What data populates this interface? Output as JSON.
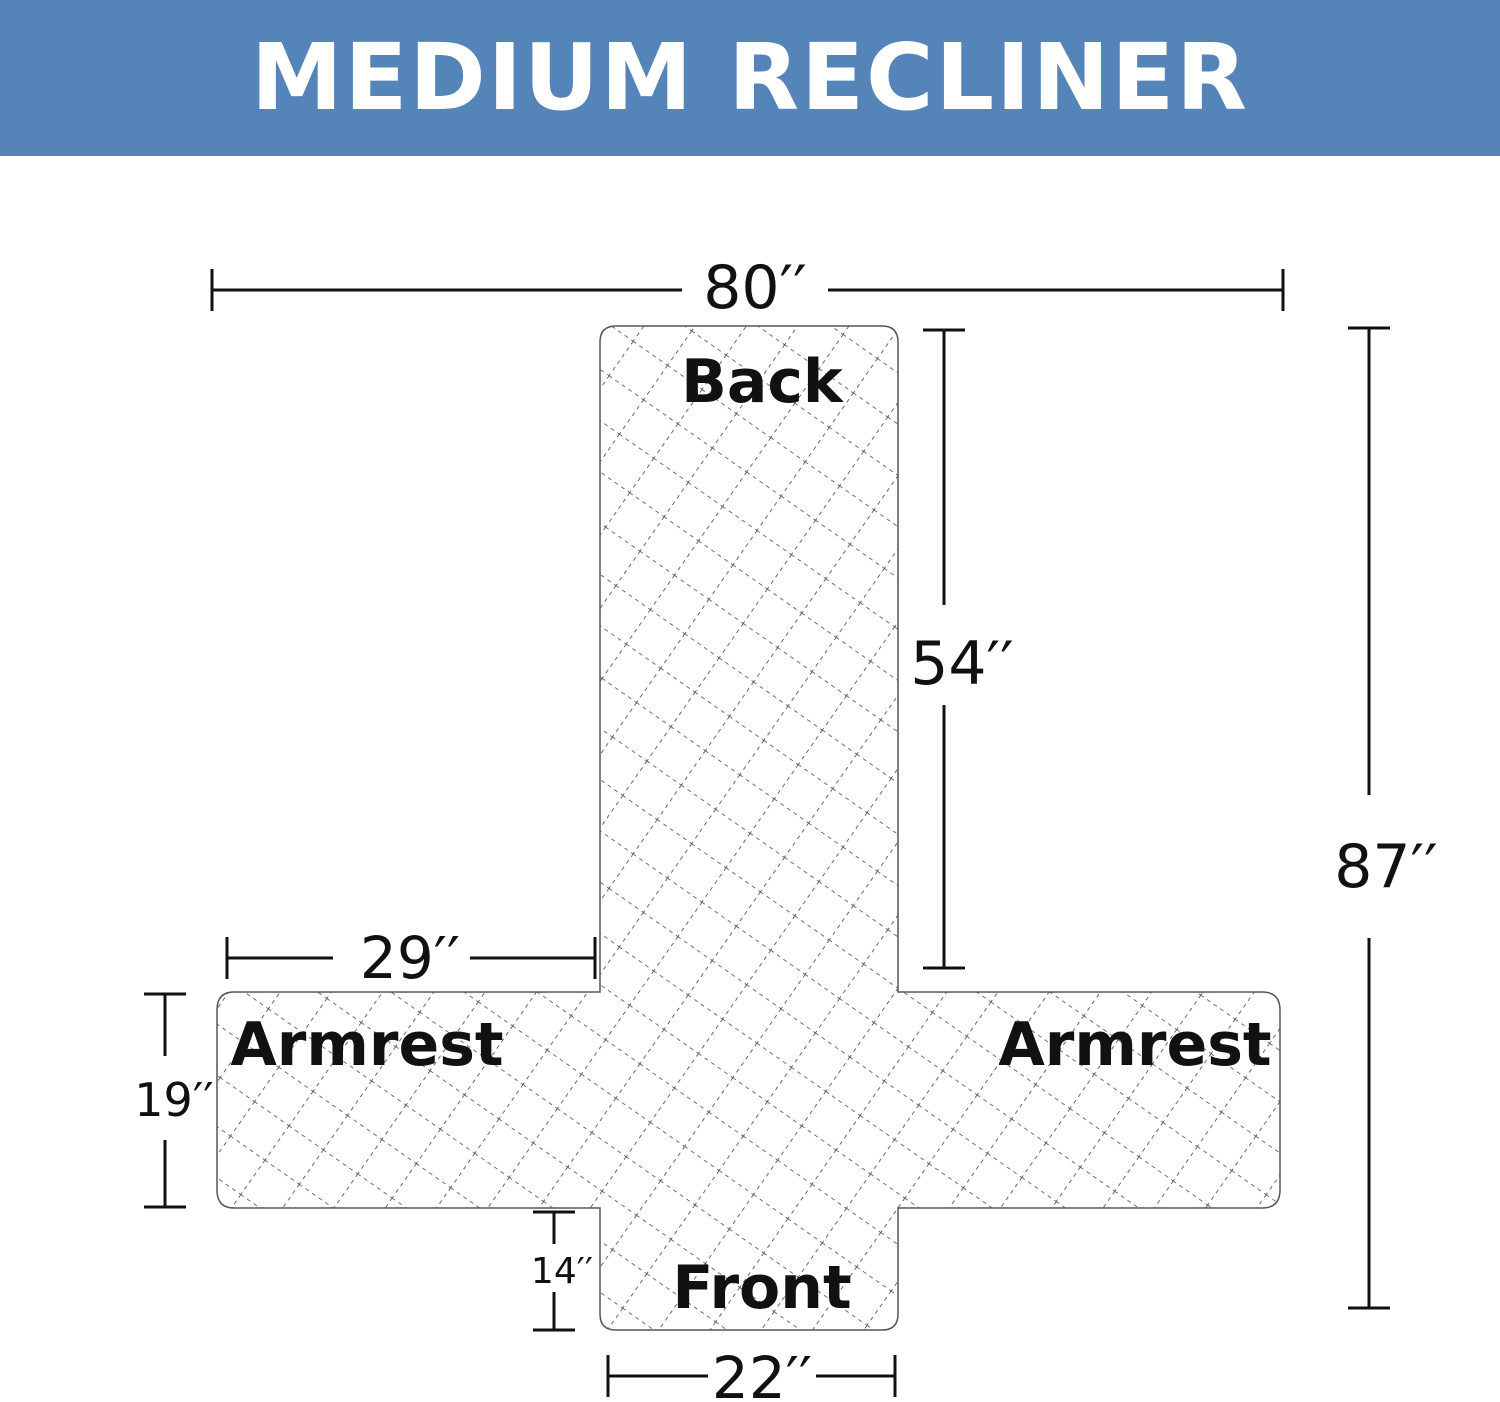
{
  "title": "MEDIUM RECLINER",
  "colors": {
    "banner": "#5584b9",
    "line": "#111111",
    "quilt": "#444444"
  },
  "parts": {
    "back": "Back",
    "armrest_left": "Armrest",
    "armrest_right": "Armrest",
    "front": "Front"
  },
  "dimensions": {
    "total_width": "80′′",
    "total_length": "87′′",
    "back_length": "54′′",
    "armrest_width": "29′′",
    "armrest_depth": "19′′",
    "front_flap_length": "14′′",
    "front_width": "22′′"
  }
}
